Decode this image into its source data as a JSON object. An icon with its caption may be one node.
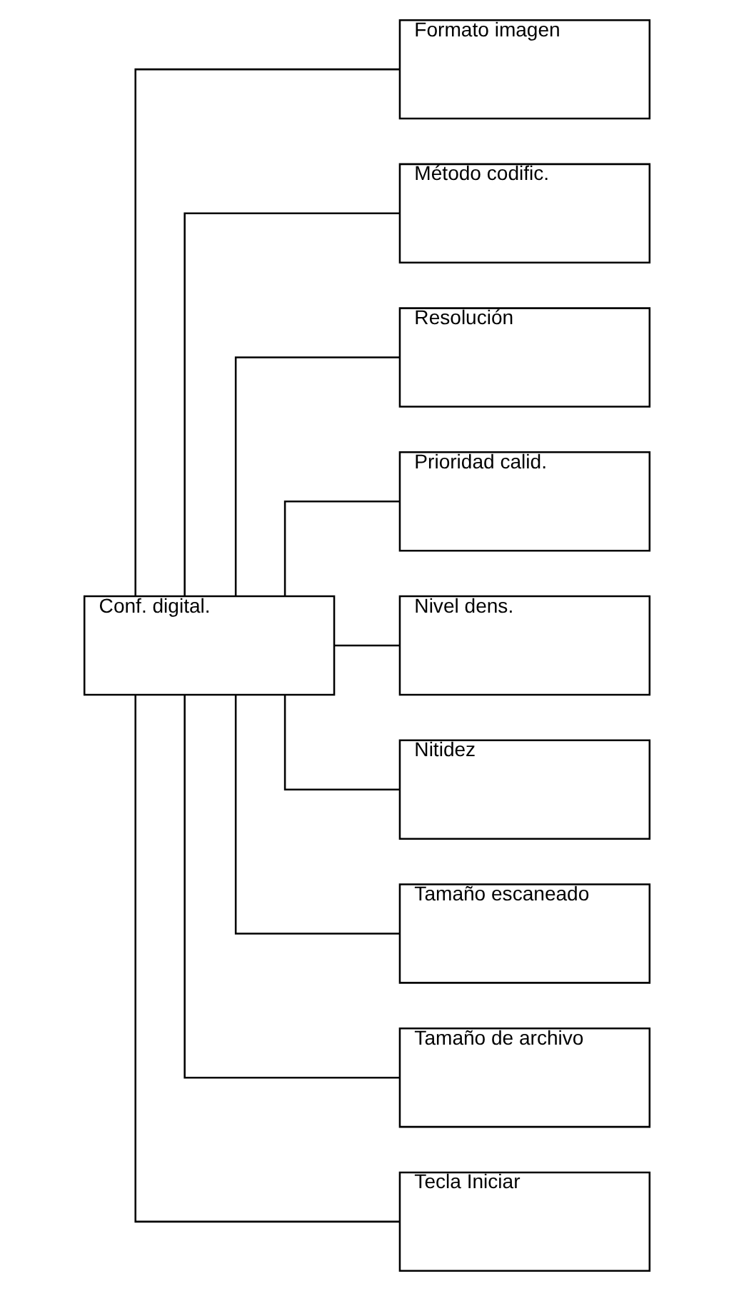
{
  "diagram": {
    "nodes": [
      {
        "text": [
          "Conf. digital."
        ]
      },
      {
        "text": [
          "Formato imagen"
        ]
      },
      {
        "text": [
          "Método codific."
        ]
      },
      {
        "text": [
          "Resolución"
        ]
      },
      {
        "text": [
          "Prioridad calid."
        ]
      },
      {
        "text": [
          "Nivel dens."
        ]
      },
      {
        "text": [
          "Nitidez"
        ]
      },
      {
        "text": [
          "Tamaño escaneado"
        ]
      },
      {
        "text": [
          "Tamaño de archivo"
        ]
      },
      {
        "text": [
          "Tecla Iniciar"
        ]
      }
    ],
    "edges": [
      {
        "from": 0,
        "to": 1,
        "arrow": "none"
      },
      {
        "from": 0,
        "to": 2,
        "arrow": "none"
      },
      {
        "from": 0,
        "to": 3,
        "arrow": "none"
      },
      {
        "from": 0,
        "to": 4,
        "arrow": "none"
      },
      {
        "from": 0,
        "to": 5,
        "arrow": "none"
      },
      {
        "from": 0,
        "to": 6,
        "arrow": "none"
      },
      {
        "from": 0,
        "to": 7,
        "arrow": "none"
      },
      {
        "from": 0,
        "to": 8,
        "arrow": "none"
      },
      {
        "from": 0,
        "to": 9,
        "arrow": "none"
      }
    ]
  }
}
